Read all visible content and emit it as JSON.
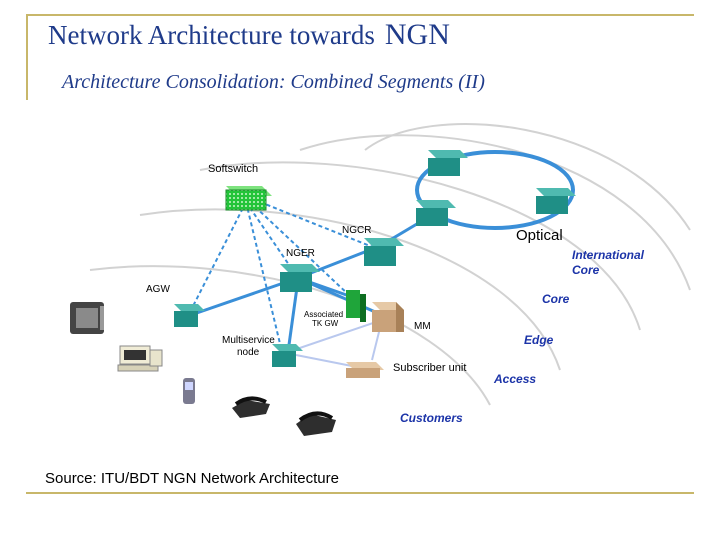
{
  "header": {
    "title_main": "Network Architecture towards",
    "title_emph": "NGN",
    "subtitle": "Architecture Consolidation: Combined Segments (II)"
  },
  "source": "Source: ITU/BDT NGN Network Architecture",
  "nodes": {
    "softswitch": "Softswitch",
    "ngcr": "NGCR",
    "nger": "NGER",
    "agw": "AGW",
    "associated_tkgw_line1": "Associated",
    "associated_tkgw_line2": "TK GW",
    "mm": "MM",
    "multiservice_line1": "Multiservice",
    "multiservice_line2": "node",
    "subscriber_unit": "Subscriber unit",
    "optical": "Optical"
  },
  "layers": {
    "international_line1": "International",
    "international_line2": "Core",
    "core": "Core",
    "edge": "Edge",
    "access": "Access",
    "customers": "Customers"
  },
  "colors": {
    "title": "#1f3b8a",
    "layer_text": "#1c34a8",
    "router": "#1f8f86",
    "link": "#3a8fd8",
    "softswitch": "#22c43a",
    "rule": "#c8b76a"
  }
}
